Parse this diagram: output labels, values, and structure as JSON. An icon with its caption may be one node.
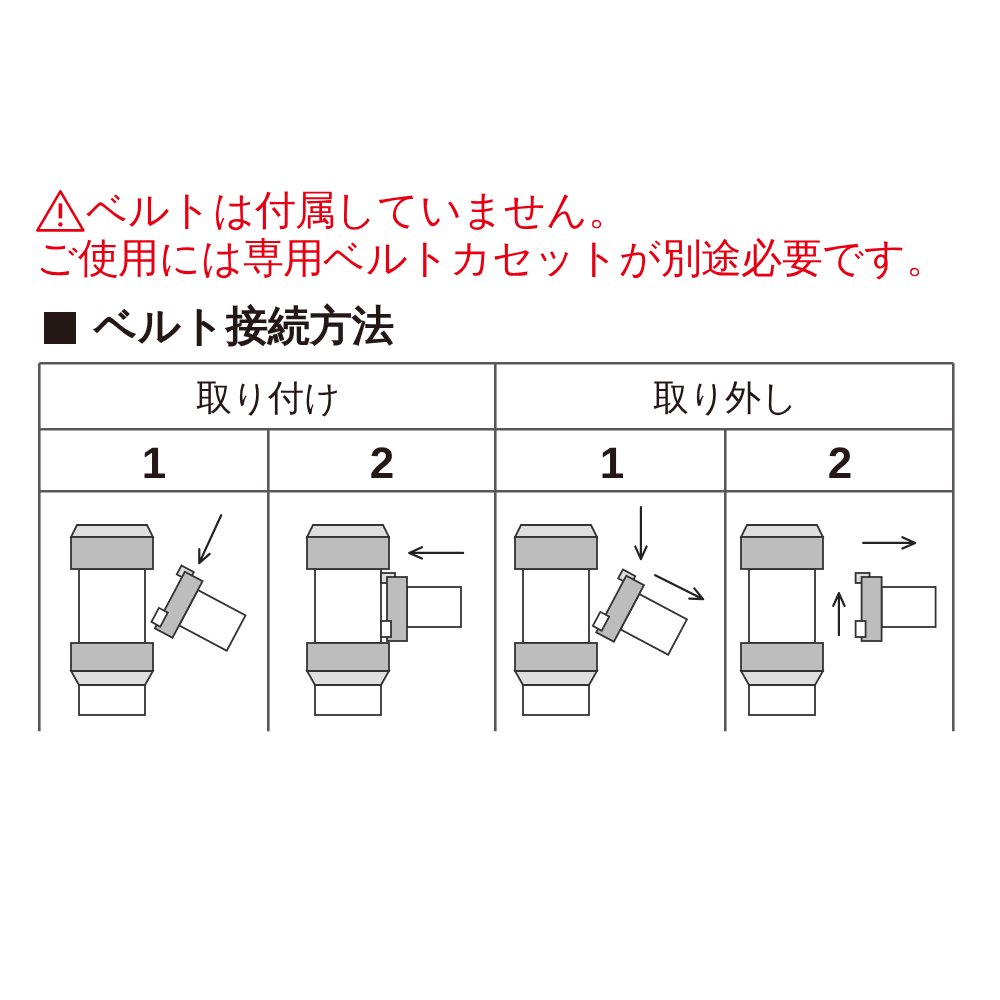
{
  "diagram": {
    "title": "ベルト接続方法",
    "labels": [
      "ベルトは付属していません。",
      "ご使用には専用ベルトカセットが別途必要です。",
      "取り付け",
      "取り外し",
      "1",
      "2",
      "1",
      "2"
    ]
  }
}
